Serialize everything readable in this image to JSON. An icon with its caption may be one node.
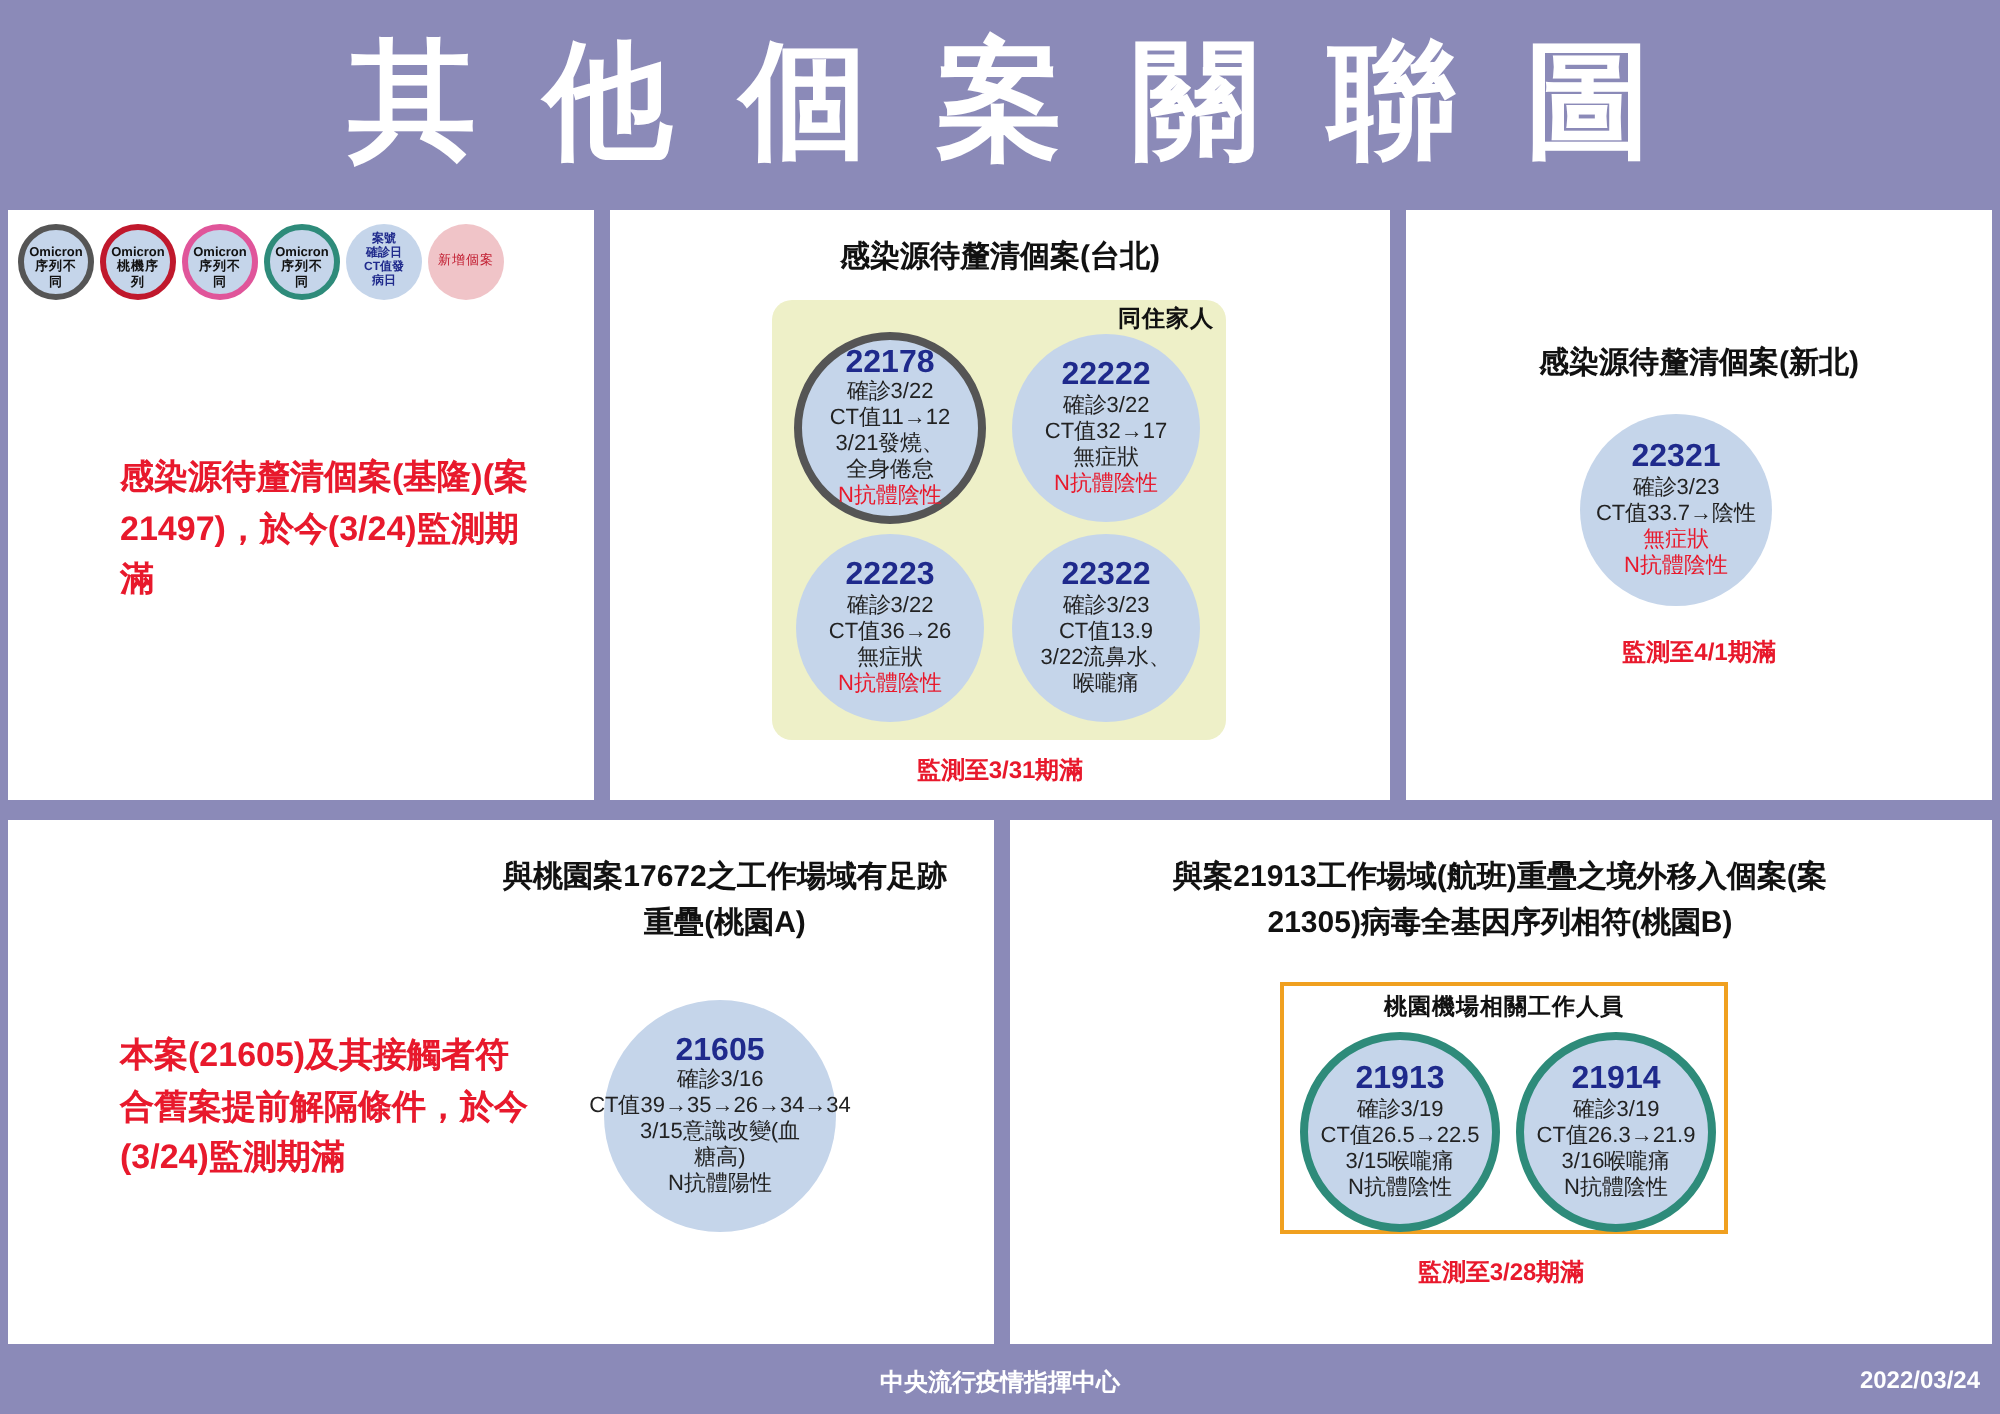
{
  "diagram": {
    "title": "其他個案關聯圖",
    "nodes": [
      {
        "text": [
          "感染源待釐清個案(基隆)(案21497)，於今(3/24)監測期滿"
        ]
      },
      {
        "text": [
          "感染源待釐清個案(台北)",
          "監測至3/31期滿"
        ]
      },
      {
        "text": [
          "同住家人"
        ],
        "in": 1
      },
      {
        "text": [
          "22178",
          "確診3/22",
          "CT值11→12",
          "3/21發燒、全身倦怠",
          "N抗體陰性"
        ],
        "in": 2
      },
      {
        "text": [
          "22222",
          "確診3/22",
          "CT值32→17",
          "無症狀",
          "N抗體陰性"
        ],
        "in": 2
      },
      {
        "text": [
          "22223",
          "確診3/22",
          "CT值36→26",
          "無症狀",
          "N抗體陰性"
        ],
        "in": 2
      },
      {
        "text": [
          "22322",
          "確診3/23",
          "CT值13.9",
          "3/22流鼻水、喉嚨痛"
        ],
        "in": 2
      },
      {
        "text": [
          "感染源待釐清個案(新北)",
          "監測至4/1期滿"
        ]
      },
      {
        "text": [
          "22321",
          "確診3/23",
          "CT值33.7→陰性",
          "無症狀",
          "N抗體陰性"
        ],
        "in": 7
      },
      {
        "text": [
          "與桃園案17672之工作場域有足跡重疊(桃園A)",
          "本案(21605)及其接觸者符合舊案提前解隔條件，於今(3/24)監測期滿"
        ]
      },
      {
        "text": [
          "21605",
          "確診3/16",
          "CT值39→35→26→34→34",
          "3/15意識改變(血糖高)",
          "N抗體陽性"
        ],
        "in": 9
      },
      {
        "text": [
          "與案21913工作場域(航班)重疊之境外移入個案(案21305)病毒全基因序列相符(桃園B)",
          "監測至3/28期滿"
        ]
      },
      {
        "text": [
          "桃園機場相關工作人員"
        ],
        "in": 11
      },
      {
        "text": [
          "21913",
          "確診3/19",
          "CT值26.5→22.5",
          "3/15喉嚨痛",
          "N抗體陰性"
        ],
        "in": 12
      },
      {
        "text": [
          "21914",
          "確診3/19",
          "CT值26.3→21.9",
          "3/16喉嚨痛",
          "N抗體陰性"
        ],
        "in": 12
      }
    ],
    "edges": [],
    "labels": [
      "中央流行疫情指揮中心",
      "2022/03/24"
    ],
    "legend": [
      {
        "text": "Omicron序列不同",
        "color": "#555555"
      },
      {
        "text": "Omicron桃機序列",
        "color": "#c0182c"
      },
      {
        "text": "Omicron序列不同",
        "color": "#e0559a"
      },
      {
        "text": "Omicron序列不同",
        "color": "#2e8b7a"
      },
      {
        "text": "案號確診日CT值發病日",
        "color": "#c5d5ea"
      },
      {
        "text": "新增個案",
        "color": "#f0c4c8"
      }
    ]
  }
}
